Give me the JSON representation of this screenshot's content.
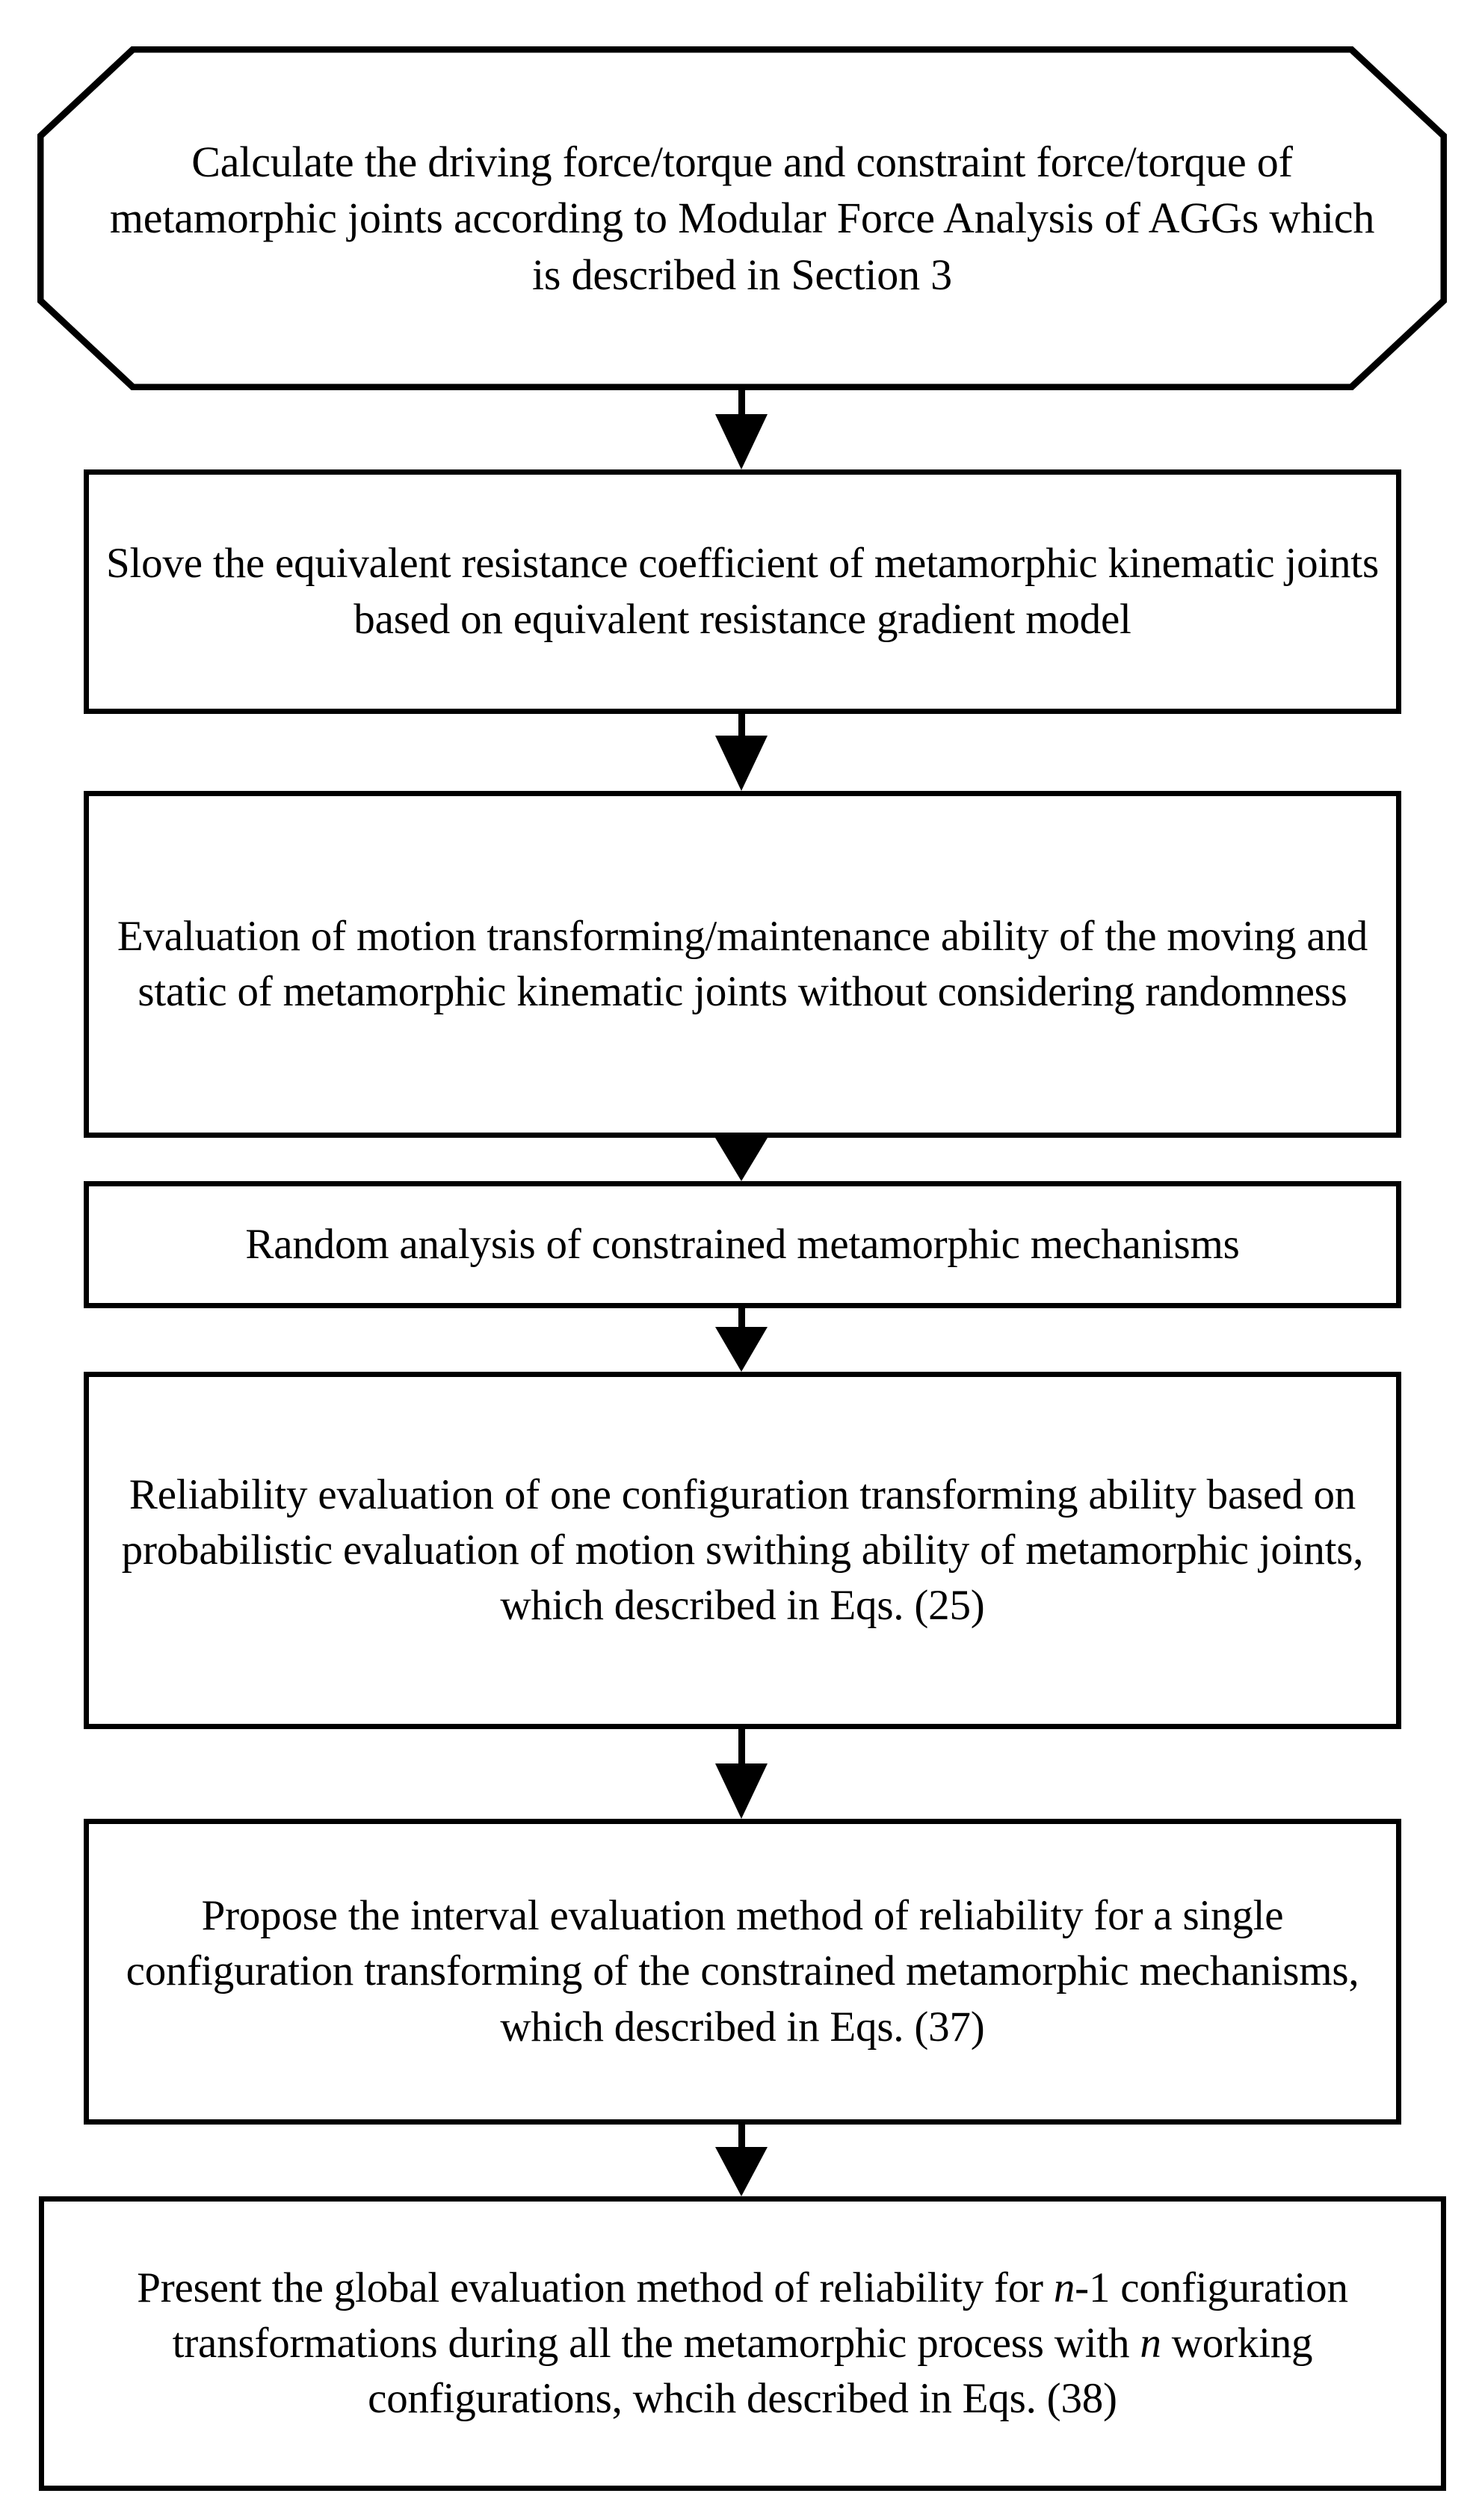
{
  "diagram": {
    "type": "flowchart",
    "orientation": "vertical",
    "background_color": "#ffffff",
    "line_color": "#000000",
    "text_color": "#000000",
    "nodes": [
      {
        "id": "node-1",
        "shape": "octagon",
        "text": "Calculate the driving force/torque and constraint force/torque of metamorphic joints  according to Modular Force Analysis of AGGs which is described in Section 3"
      },
      {
        "id": "node-2",
        "shape": "rectangle",
        "text": "Slove the equivalent resistance coefficient of metamorphic kinematic joints based on equivalent resistance gradient model"
      },
      {
        "id": "node-3",
        "shape": "rectangle",
        "text": "Evaluation of motion transforming/maintenance ability of the moving and static of metamorphic kinematic joints without considering randomness"
      },
      {
        "id": "node-4",
        "shape": "rectangle",
        "text": "Random analysis of constrained metamorphic mechanisms"
      },
      {
        "id": "node-5",
        "shape": "rectangle",
        "text": "Reliability evaluation  of one configuration transforming ability based on probabilistic evaluation of motion swithing  ability of metamorphic joints, which described in Eqs. (25)"
      },
      {
        "id": "node-6",
        "shape": "rectangle",
        "text": "Propose the interval evaluation method of reliability for a single configuration transforming of the constrained metamorphic mechanisms, which described in Eqs. (37)"
      },
      {
        "id": "node-7",
        "shape": "rectangle",
        "text_parts": [
          {
            "value": "Present the global evaluation method of reliability for ",
            "style": "normal"
          },
          {
            "value": "n",
            "style": "italic"
          },
          {
            "value": "-1 configuration transformations during all the metamorphic process with ",
            "style": "normal"
          },
          {
            "value": "n",
            "style": "italic"
          },
          {
            "value": " working configurations, whcih described in Eqs. (38)",
            "style": "normal"
          }
        ]
      }
    ],
    "connectors": [
      {
        "id": "arrow-1-2",
        "from": "node-1",
        "to": "node-2",
        "direction": "down"
      },
      {
        "id": "arrow-2-3",
        "from": "node-2",
        "to": "node-3",
        "direction": "down"
      },
      {
        "id": "arrow-3-4",
        "from": "node-3",
        "to": "node-4",
        "direction": "down"
      },
      {
        "id": "arrow-4-5",
        "from": "node-4",
        "to": "node-5",
        "direction": "down"
      },
      {
        "id": "arrow-5-6",
        "from": "node-5",
        "to": "node-6",
        "direction": "down"
      },
      {
        "id": "arrow-6-7",
        "from": "node-6",
        "to": "node-7",
        "direction": "down"
      }
    ]
  }
}
